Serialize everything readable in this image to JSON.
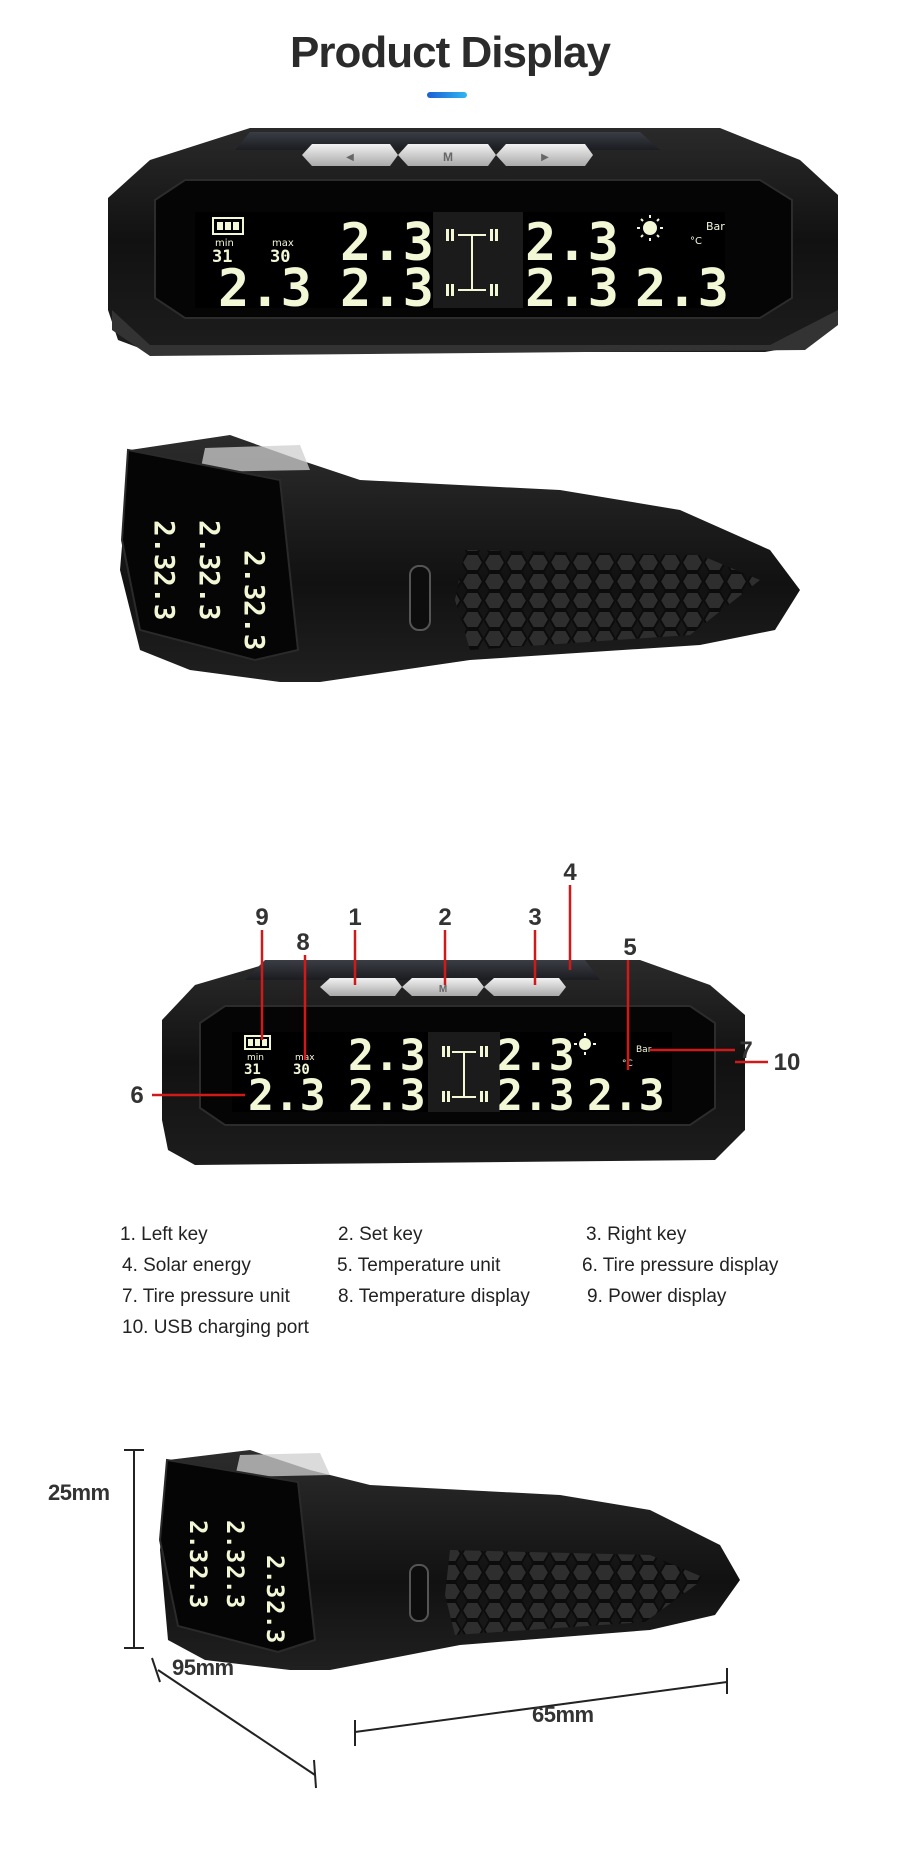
{
  "header": {
    "title": "Product Display"
  },
  "lcd": {
    "min_label": "min",
    "max_label": "max",
    "min_value": "31",
    "max_value": "30",
    "pressure_value": "2.3",
    "unit_pressure": "Bar",
    "unit_temp": "°C",
    "button_center": "M"
  },
  "callouts": {
    "n1": "1",
    "n2": "2",
    "n3": "3",
    "n4": "4",
    "n5": "5",
    "n6": "6",
    "n7": "7",
    "n8": "8",
    "n9": "9",
    "n10": "10"
  },
  "legend": [
    "1. Left key",
    "2. Set key",
    "3. Right key",
    "4. Solar energy",
    "5. Temperature unit",
    "6. Tire pressure display",
    "7. Tire pressure unit",
    "8. Temperature display",
    "9. Power display",
    "10. USB charging port"
  ],
  "dimensions": {
    "height": "25mm",
    "depth": "95mm",
    "width": "65mm"
  },
  "colors": {
    "accent_gradient_start": "#1b5fd6",
    "accent_gradient_end": "#2fb6f0",
    "callout_line": "#d01a1a",
    "device_body": "#141414",
    "lcd_text": "#f2f7d6"
  }
}
